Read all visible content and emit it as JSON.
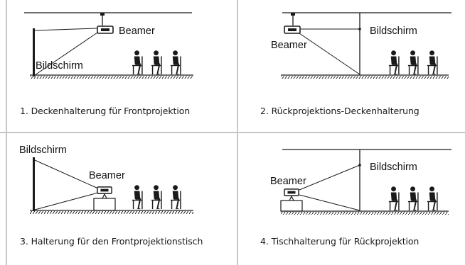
{
  "panels": [
    {
      "caption": "1. Deckenhalterung für Frontprojektion",
      "screen_label": "Bildschirm",
      "projector_label": "Beamer"
    },
    {
      "caption": "2. Rückprojektions-Deckenhalterung",
      "screen_label": "Bildschirm",
      "projector_label": "Beamer"
    },
    {
      "caption": "3. Halterung für den Frontprojektionstisch",
      "screen_label": "Bildschirm",
      "projector_label": "Beamer"
    },
    {
      "caption": "4. Tischhalterung für Rückprojektion",
      "screen_label": "Bildschirm",
      "projector_label": "Beamer"
    }
  ],
  "colors": {
    "line": "#1a1a1a",
    "divider": "#c7c7c7",
    "background": "#ffffff"
  }
}
